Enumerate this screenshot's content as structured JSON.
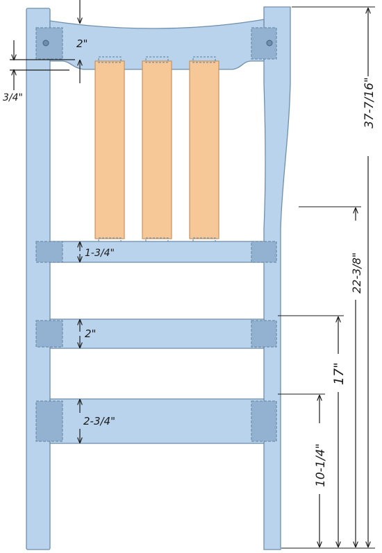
{
  "dimensions": {
    "top_rail_width": "2\"",
    "top_rail_notch": "3/4\"",
    "upper_rail_width": "1-3/4\"",
    "middle_rail_width": "2\"",
    "lower_rail_width": "2-3/4\"",
    "overall_height": "37-7/16\"",
    "upper_rail_height": "22-3/8\"",
    "middle_rail_height": "17\"",
    "lower_rail_height": "10-1/4\""
  },
  "colors": {
    "frame": "#b9d3ec",
    "frame_stroke": "#6f8eab",
    "joint": "#93b2d2",
    "slat": "#f6c897",
    "slat_stroke": "#c9935e",
    "ink": "#1a1a1a"
  }
}
